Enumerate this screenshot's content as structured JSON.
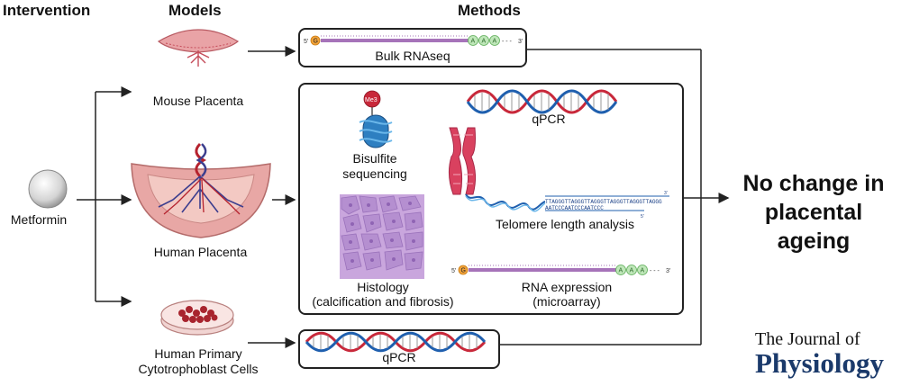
{
  "headers": {
    "intervention": "Intervention",
    "models": "Models",
    "methods": "Methods"
  },
  "intervention": {
    "label": "Metformin"
  },
  "models": {
    "mouse": "Mouse Placenta",
    "human": "Human Placenta",
    "cells_line1": "Human Primary",
    "cells_line2": "Cytotrophoblast Cells"
  },
  "methods": {
    "bulk_rnaseq": "Bulk RNAseq",
    "qpcr_top": "qPCR",
    "bisulfite_line1": "Bisulfite",
    "bisulfite_line2": "sequencing",
    "me3": "Me3",
    "telomere": "Telomere length analysis",
    "histology_line1": "Histology",
    "histology_line2": "(calcification and fibrosis)",
    "rna_expr_line1": "RNA expression",
    "rna_expr_line2": "(microarray)",
    "qpcr_bottom": "qPCR",
    "seq_top": "TTAGGGTTAGGGTTAGGGTTAGGGTTAGGGTTAGGG",
    "seq_bottom": "AATCCCAATCCCAATCCC",
    "five_prime": "5'",
    "three_prime": "3'",
    "g_base": "G",
    "a_base": "A",
    "dots": "- - -"
  },
  "outcome": {
    "line1": "No change in",
    "line2": "placental ageing"
  },
  "journal": {
    "line1": "The Journal of",
    "line2": "Physiology"
  },
  "colors": {
    "dna_red": "#c8283a",
    "dna_blue": "#1f5fae",
    "mrna_purple": "#a673b9",
    "poly_a_green": "#8fd08a",
    "cap_orange": "#f2a33a",
    "journal_blue": "#1b3a6b"
  }
}
